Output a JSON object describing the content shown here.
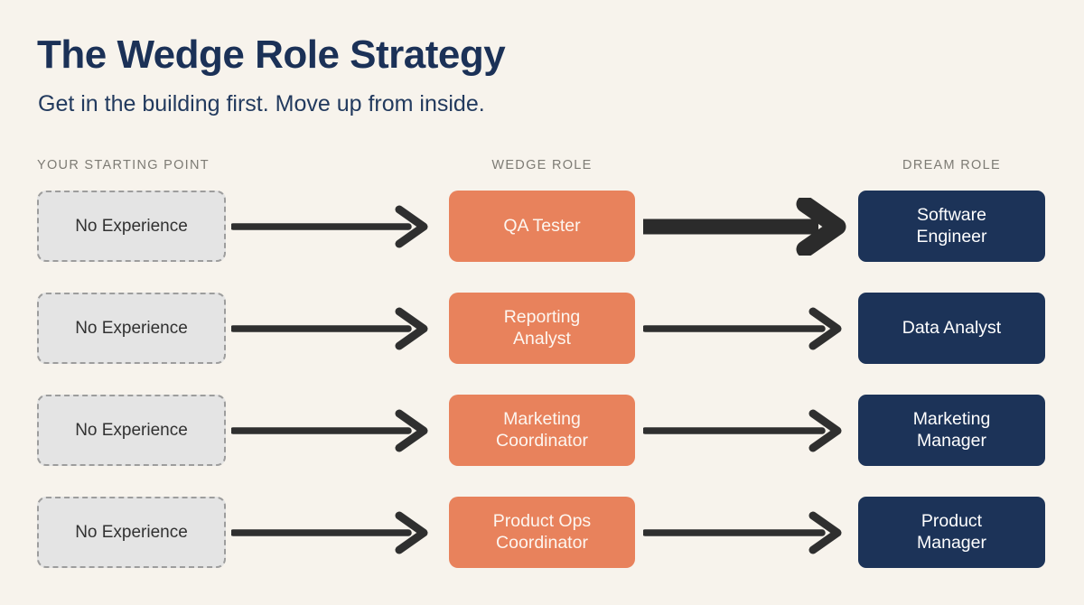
{
  "header": {
    "title": "The Wedge Role Strategy",
    "subtitle": "Get in the building first. Move up from inside."
  },
  "columns": {
    "start_label": "YOUR STARTING POINT",
    "wedge_label": "WEDGE ROLE",
    "dream_label": "DREAM ROLE"
  },
  "colors": {
    "background": "#f7f3ec",
    "title": "#1b3157",
    "subtitle": "#223a5e",
    "column_header": "#7d7b74",
    "start_box_fill": "#e4e4e4",
    "start_box_border": "#9d9d9d",
    "start_box_text": "#313131",
    "wedge_box_fill": "#e8825c",
    "wedge_box_text": "#fdf6f0",
    "dream_box_fill": "#1c3358",
    "dream_box_text": "#ffffff",
    "arrow": "#2f2f2f",
    "arrow_emphasis": "#2b2b2b"
  },
  "rows": [
    {
      "start": "No Experience",
      "wedge": "QA Tester",
      "dream": "Software\nEngineer",
      "arrow1_emphasis": false,
      "arrow2_emphasis": true
    },
    {
      "start": "No Experience",
      "wedge": "Reporting\nAnalyst",
      "dream": "Data Analyst",
      "arrow1_emphasis": false,
      "arrow2_emphasis": false
    },
    {
      "start": "No Experience",
      "wedge": "Marketing\nCoordinator",
      "dream": "Marketing\nManager",
      "arrow1_emphasis": false,
      "arrow2_emphasis": false
    },
    {
      "start": "No Experience",
      "wedge": "Product Ops\nCoordinator",
      "dream": "Product\nManager",
      "arrow1_emphasis": false,
      "arrow2_emphasis": false
    }
  ]
}
